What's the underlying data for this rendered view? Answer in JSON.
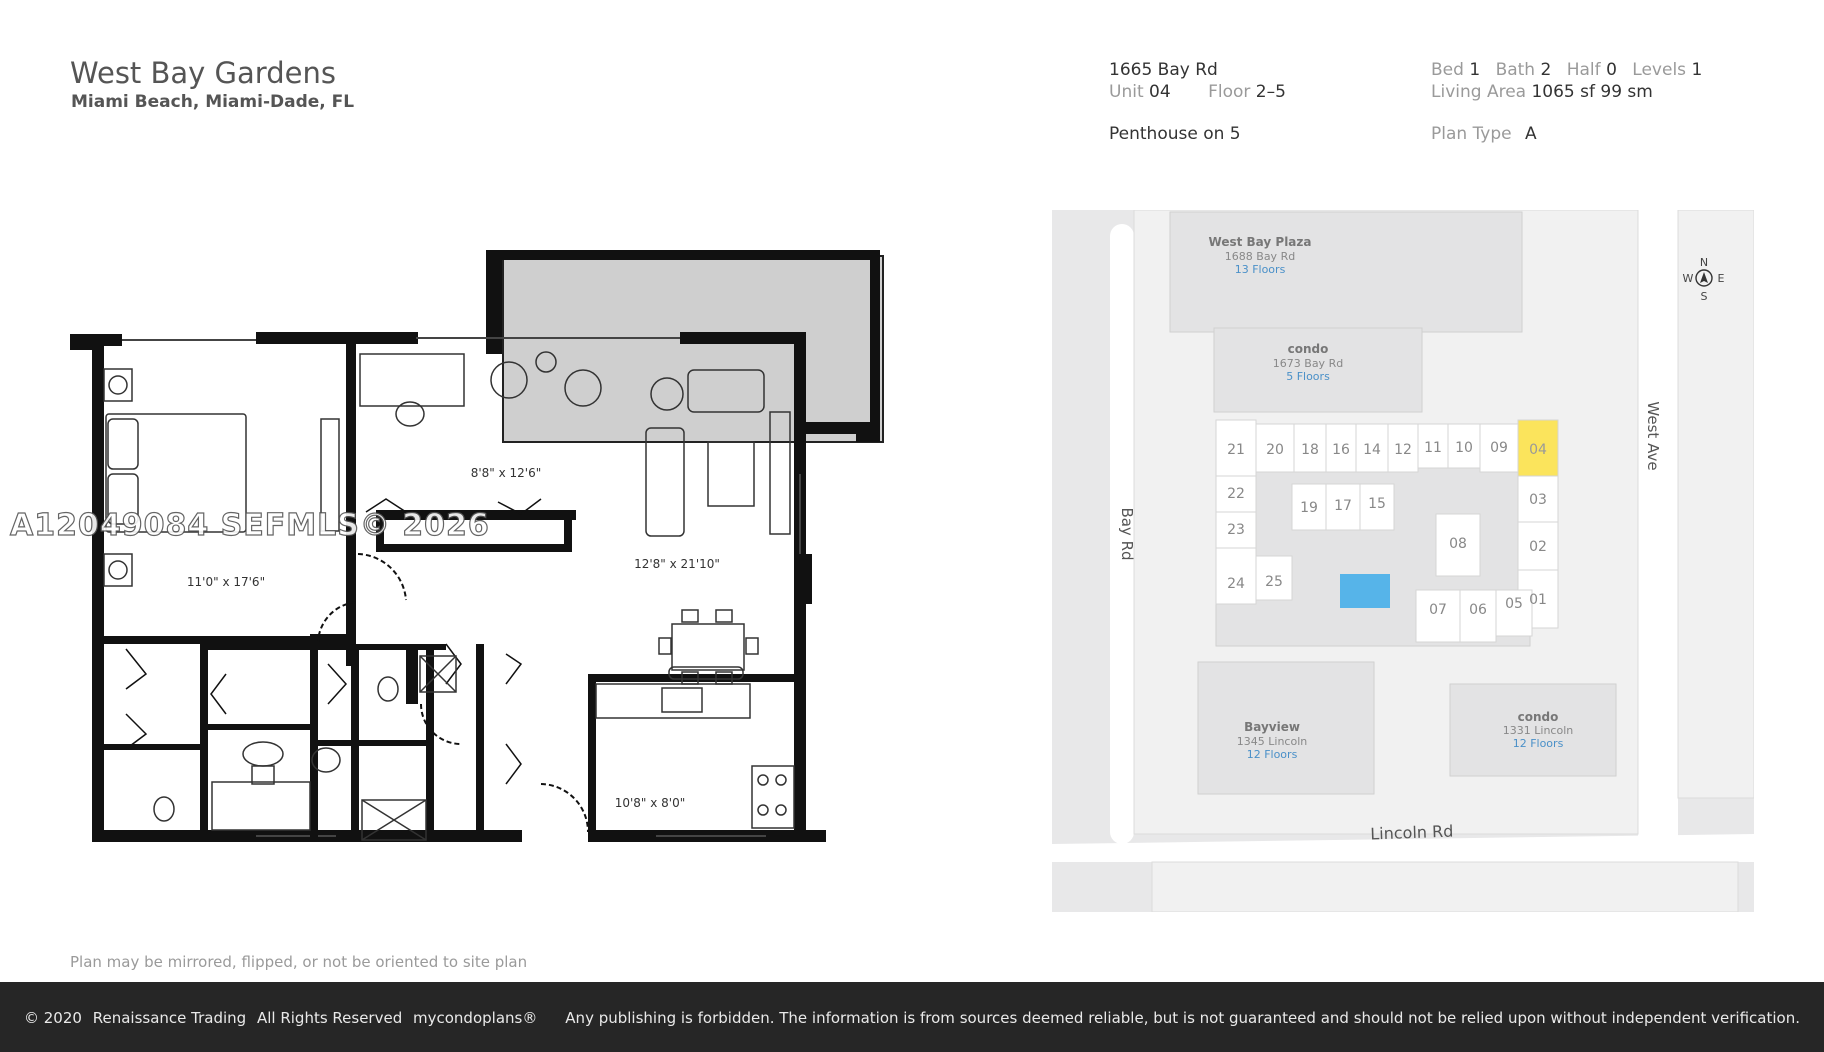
{
  "header": {
    "title": "West Bay Gardens",
    "subtitle": "Miami Beach, Miami-Dade, FL"
  },
  "unit_info": {
    "address": "1665 Bay Rd",
    "unit_label": "Unit",
    "unit_value": "04",
    "floor_label": "Floor",
    "floor_value": "2–5",
    "penthouse": "Penthouse on 5",
    "bed_label": "Bed",
    "bed_value": "1",
    "bath_label": "Bath",
    "bath_value": "2",
    "half_label": "Half",
    "half_value": "0",
    "levels_label": "Levels",
    "levels_value": "1",
    "living_area_label": "Living Area",
    "living_area_value": "1065 sf 99 sm",
    "plan_type_label": "Plan Type",
    "plan_type_value": "A"
  },
  "floor_plan": {
    "rooms": [
      {
        "id": "bedroom",
        "dims": "11'0\" x 17'6\""
      },
      {
        "id": "den",
        "dims": "8'8\" x 12'6\""
      },
      {
        "id": "living",
        "dims": "12'8\" x 21'10\""
      },
      {
        "id": "kitchen",
        "dims": "10'8\" x 8'0\""
      }
    ]
  },
  "site_map": {
    "buildings": [
      {
        "id": "west-bay-plaza",
        "name": "West Bay Plaza",
        "address": "1688 Bay Rd",
        "floors": "13 Floors"
      },
      {
        "id": "condo-1673",
        "name": "condo",
        "address": "1673 Bay Rd",
        "floors": "5 Floors"
      },
      {
        "id": "bayview",
        "name": "Bayview",
        "address": "1345 Lincoln",
        "floors": "12 Floors"
      },
      {
        "id": "condo-1331",
        "name": "condo",
        "address": "1331 Lincoln",
        "floors": "12 Floors"
      }
    ],
    "streets": {
      "bay": "Bay Rd",
      "west": "West Ave",
      "lincoln": "Lincoln Rd"
    },
    "compass": {
      "n": "N",
      "s": "S",
      "e": "E",
      "w": "W"
    },
    "highlight_unit": "04",
    "units": {
      "u21": "21",
      "u20": "20",
      "u18": "18",
      "u16": "16",
      "u14": "14",
      "u12": "12",
      "u11": "11",
      "u10": "10",
      "u09": "09",
      "u04": "04",
      "u22": "22",
      "u23": "23",
      "u24": "24",
      "u25": "25",
      "u19": "19",
      "u17": "17",
      "u15": "15",
      "u08": "08",
      "u03": "03",
      "u02": "02",
      "u01": "01",
      "u07": "07",
      "u06": "06",
      "u05": "05"
    },
    "colors": {
      "highlight": "#fbe45c",
      "pool": "#56b4e9",
      "floors_text": "#4a90c8"
    }
  },
  "note": "Plan may be mirrored, flipped, or not be oriented to site plan",
  "watermark": "A12049084  SEFMLS© 2026",
  "footer": {
    "copyright": "© 2020",
    "company": "Renaissance Trading",
    "rights": "All Rights Reserved",
    "brand": "mycondoplans®",
    "disclaimer": "Any publishing is forbidden.  The information is from sources deemed reliable, but is not guaranteed and should not be relied upon without independent verification."
  }
}
